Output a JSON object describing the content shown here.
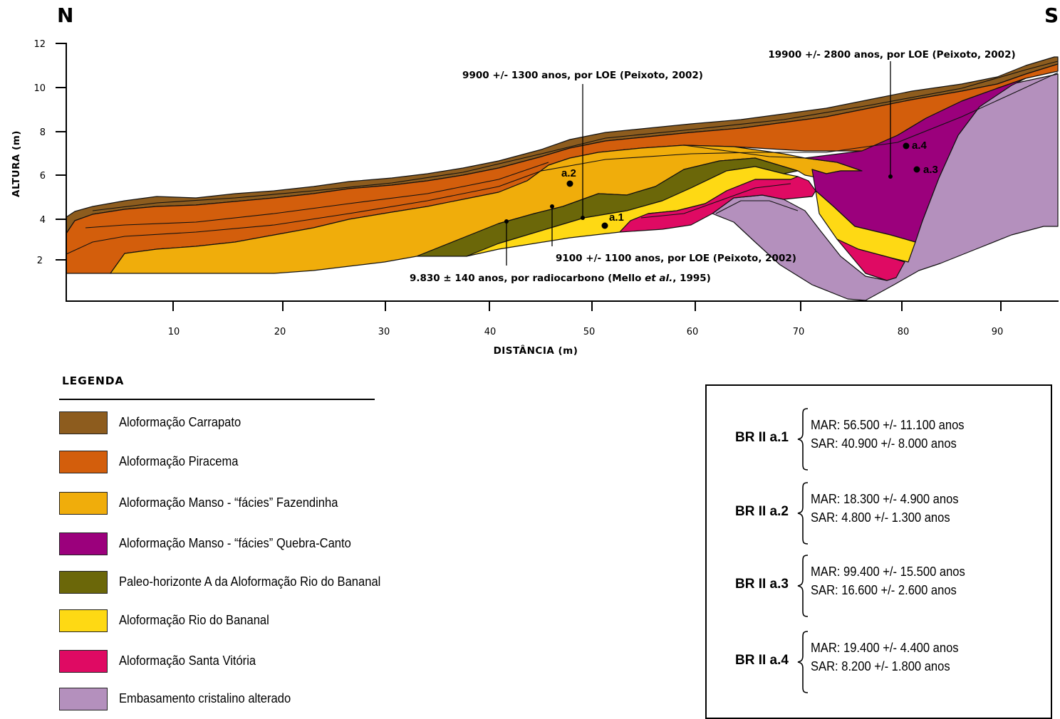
{
  "diagram": {
    "compass_left": "N",
    "compass_right": "S",
    "y_axis_label": "ALTURA (m)",
    "x_axis_label": "DISTÂNCIA (m)",
    "y_ticks": [
      "2",
      "4",
      "6",
      "8",
      "10",
      "12"
    ],
    "x_ticks": [
      "10",
      "20",
      "30",
      "40",
      "50",
      "60",
      "70",
      "80",
      "90"
    ],
    "annotations": [
      {
        "text": "19900 +/- 2800 anos, por LOE (Peixoto, 2002)"
      },
      {
        "text": "9900 +/- 1300 anos, por LOE (Peixoto, 2002)"
      },
      {
        "text": "9100 +/- 1100 anos, por LOE (Peixoto, 2002)"
      },
      {
        "text_before": "9.830 ± 140 anos, por radiocarbono (Mello ",
        "text_italic": "et al.",
        "text_after": ", 1995)"
      }
    ],
    "sample_points": [
      "a.1",
      "a.2",
      "a.3",
      "a.4"
    ]
  },
  "legend": {
    "title": "LEGENDA",
    "items": [
      {
        "label": "Aloformação Carrapato",
        "color": "#8d5c1e"
      },
      {
        "label": "Aloformação Piracema",
        "color": "#d35e0c"
      },
      {
        "label": "Aloformação Manso - “fácies” Fazendinha",
        "color": "#f0ad0b"
      },
      {
        "label": "Aloformação Manso - “fácies” Quebra-Canto",
        "color": "#9b007c"
      },
      {
        "label": "Paleo-horizonte A da Aloformação Rio do Bananal",
        "color": "#6b6709"
      },
      {
        "label": "Aloformação Rio do Bananal",
        "color": "#fed914"
      },
      {
        "label": "Aloformação Santa Vitória",
        "color": "#df0a63"
      },
      {
        "label": "Embasamento cristalino alterado",
        "color": "#b490bd"
      }
    ]
  },
  "ages": [
    {
      "sample": "BR II a.1",
      "mar": "MAR: 56.500 +/- 11.100 anos",
      "sar": "SAR: 40.900 +/- 8.000 anos"
    },
    {
      "sample": "BR II a.2",
      "mar": "MAR: 18.300 +/- 4.900 anos",
      "sar": "SAR: 4.800 +/- 1.300 anos"
    },
    {
      "sample": "BR II a.3",
      "mar": "MAR: 99.400 +/- 15.500 anos",
      "sar": "SAR: 16.600 +/- 2.600 anos"
    },
    {
      "sample": "BR II a.4",
      "mar": "MAR: 19.400 +/- 4.400 anos",
      "sar": "SAR: 8.200 +/- 1.800 anos"
    }
  ]
}
